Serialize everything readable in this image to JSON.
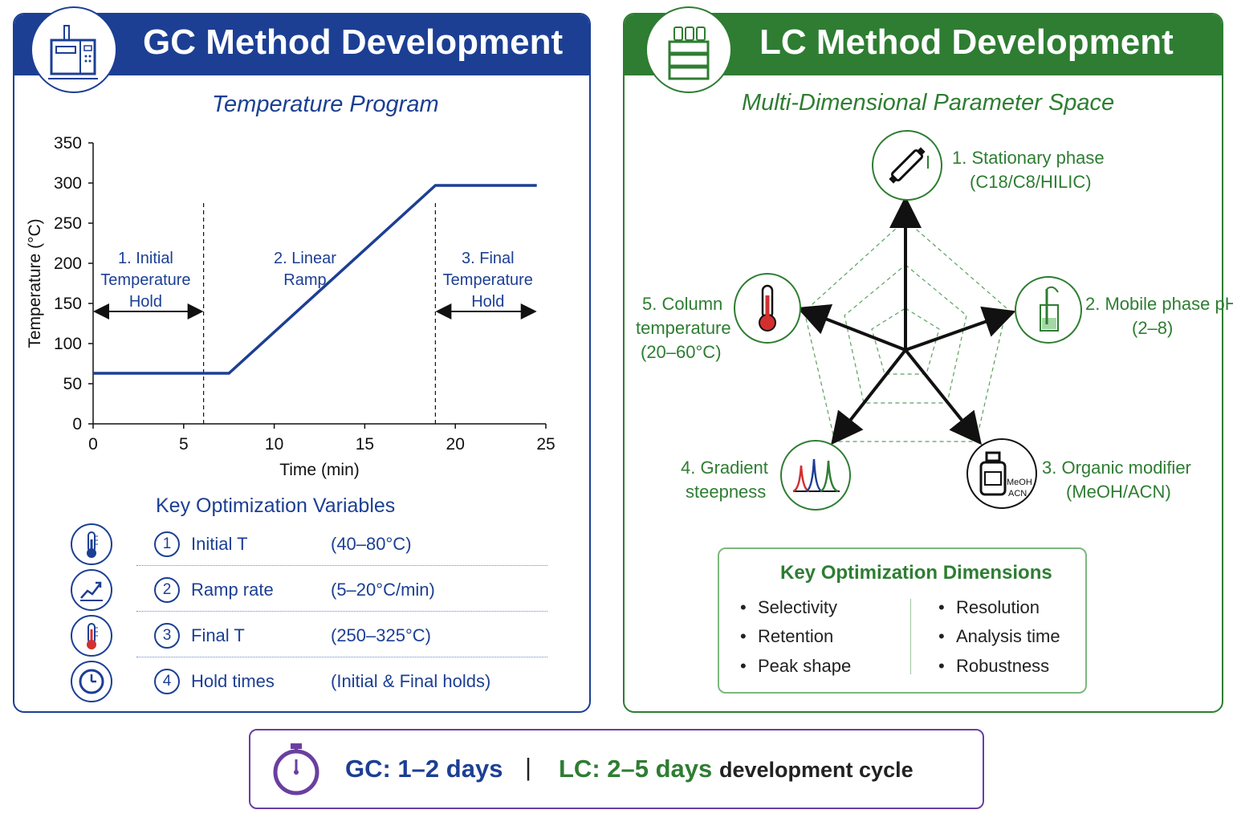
{
  "gc": {
    "title": "GC Method Development",
    "subtitle": "Temperature Program",
    "chart_data": {
      "type": "line",
      "ylabel": "Temperature (°C)",
      "xlabel": "Time (min)",
      "xlim": [
        0,
        25
      ],
      "ylim": [
        0,
        350
      ],
      "xticks": [
        "0",
        "5",
        "10",
        "15",
        "20",
        "25"
      ],
      "yticks": [
        "0",
        "50",
        "100",
        "150",
        "200",
        "250",
        "300",
        "350"
      ],
      "x": [
        0,
        7.5,
        18.9,
        24.5
      ],
      "y": [
        63,
        63,
        297,
        297
      ],
      "phase_boundaries": [
        6.1,
        18.9
      ],
      "annotations": [
        {
          "lines": [
            "1. Initial",
            "Temperature",
            "Hold"
          ],
          "x": 2.9,
          "y": 200,
          "arrow_from": 0,
          "arrow_to": 6.1,
          "arrow_y": 140
        },
        {
          "lines": [
            "2. Linear",
            "Ramp"
          ],
          "x": 11.7,
          "y": 200
        },
        {
          "lines": [
            "3. Final",
            "Temperature",
            "Hold"
          ],
          "x": 21.8,
          "y": 200,
          "arrow_from": 18.9,
          "arrow_to": 24.5,
          "arrow_y": 140
        }
      ]
    },
    "variables_title": "Key Optimization Variables",
    "variables": [
      {
        "num": "1",
        "name": "Initial T",
        "range": "(40–80°C)",
        "icon": "thermometer-icon"
      },
      {
        "num": "2",
        "name": "Ramp rate",
        "range": "(5–20°C/min)",
        "icon": "trend-chart-icon"
      },
      {
        "num": "3",
        "name": "Final T",
        "range": "(250–325°C)",
        "icon": "thermometer-icon"
      },
      {
        "num": "4",
        "name": "Hold times",
        "range": "(Initial & Final holds)",
        "icon": "clock-icon"
      }
    ]
  },
  "lc": {
    "title": "LC Method Development",
    "subtitle": "Multi-Dimensional Parameter Space",
    "parameters": [
      {
        "num": "1.",
        "name": "Stationary phase",
        "detail": "(C18/C8/HILIC)",
        "icon": "column-icon"
      },
      {
        "num": "2.",
        "name": "Mobile phase pH",
        "detail": "(2–8)",
        "icon": "ph-probe-beaker-icon"
      },
      {
        "num": "3.",
        "name": "Organic modifier",
        "detail": "(MeOH/ACN)",
        "icon": "solvent-bottle-icon"
      },
      {
        "num": "4.",
        "name": "Gradient",
        "detail": "steepness",
        "icon": "chromatogram-icon"
      },
      {
        "num": "5.",
        "name": "Column",
        "detail": "temperature",
        "extra": "(20–60°C)",
        "icon": "thermometer-icon"
      }
    ],
    "bottle_label": [
      "MeOH",
      "ACN"
    ],
    "dimensions_title": "Key Optimization Dimensions",
    "dimensions_left": [
      "Selectivity",
      "Retention",
      "Peak shape"
    ],
    "dimensions_right": [
      "Resolution",
      "Analysis time",
      "Robustness"
    ]
  },
  "summary": {
    "gc": "GC: 1–2 days",
    "separator": "|",
    "lc": "LC: 2–5 days",
    "tail": "development cycle"
  },
  "colors": {
    "gc": "#1c3f94",
    "lc": "#2e7d32",
    "summary": "#6a3fa0",
    "thermo_red": "#d32f2f"
  }
}
